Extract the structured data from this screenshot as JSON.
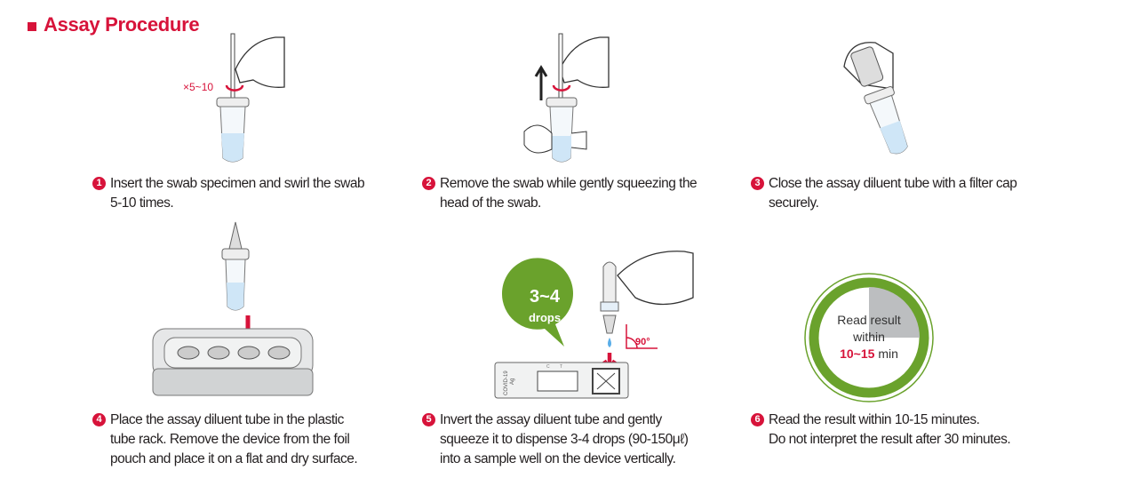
{
  "title": "Assay Procedure",
  "steps": [
    {
      "num": "1",
      "text": "Insert the swab specimen and swirl the swab\n5-10 times."
    },
    {
      "num": "2",
      "text": "Remove the swab while gently squeezing the\nhead of the swab."
    },
    {
      "num": "3",
      "text": "Close the assay diluent tube with a filter cap\nsecurely."
    },
    {
      "num": "4",
      "text": "Place the assay diluent tube in the plastic\ntube rack. Remove the device from the foil\npouch and place it on a flat and dry surface."
    },
    {
      "num": "5",
      "text": "Invert the assay diluent tube and gently\nsqueeze it to dispense 3-4 drops (90-150μℓ)\ninto a sample well on the device vertically."
    },
    {
      "num": "6",
      "text": "Read the result within 10-15 minutes.\nDo not interpret the result after 30 minutes."
    }
  ],
  "illustrations": {
    "swirl_label": "×5~10",
    "drops_big": "3~4",
    "drops_small": "drops",
    "angle_label": "90°",
    "device_label_1": "COVID-19",
    "device_label_2": "Ag",
    "device_c": "C",
    "device_t": "T",
    "timer_line1": "Read result",
    "timer_line2": "within",
    "timer_time": "10~15",
    "timer_unit": "min"
  },
  "colors": {
    "accent": "#d7133a",
    "green": "#6aa22c",
    "liquid": "#cfe6f7"
  }
}
